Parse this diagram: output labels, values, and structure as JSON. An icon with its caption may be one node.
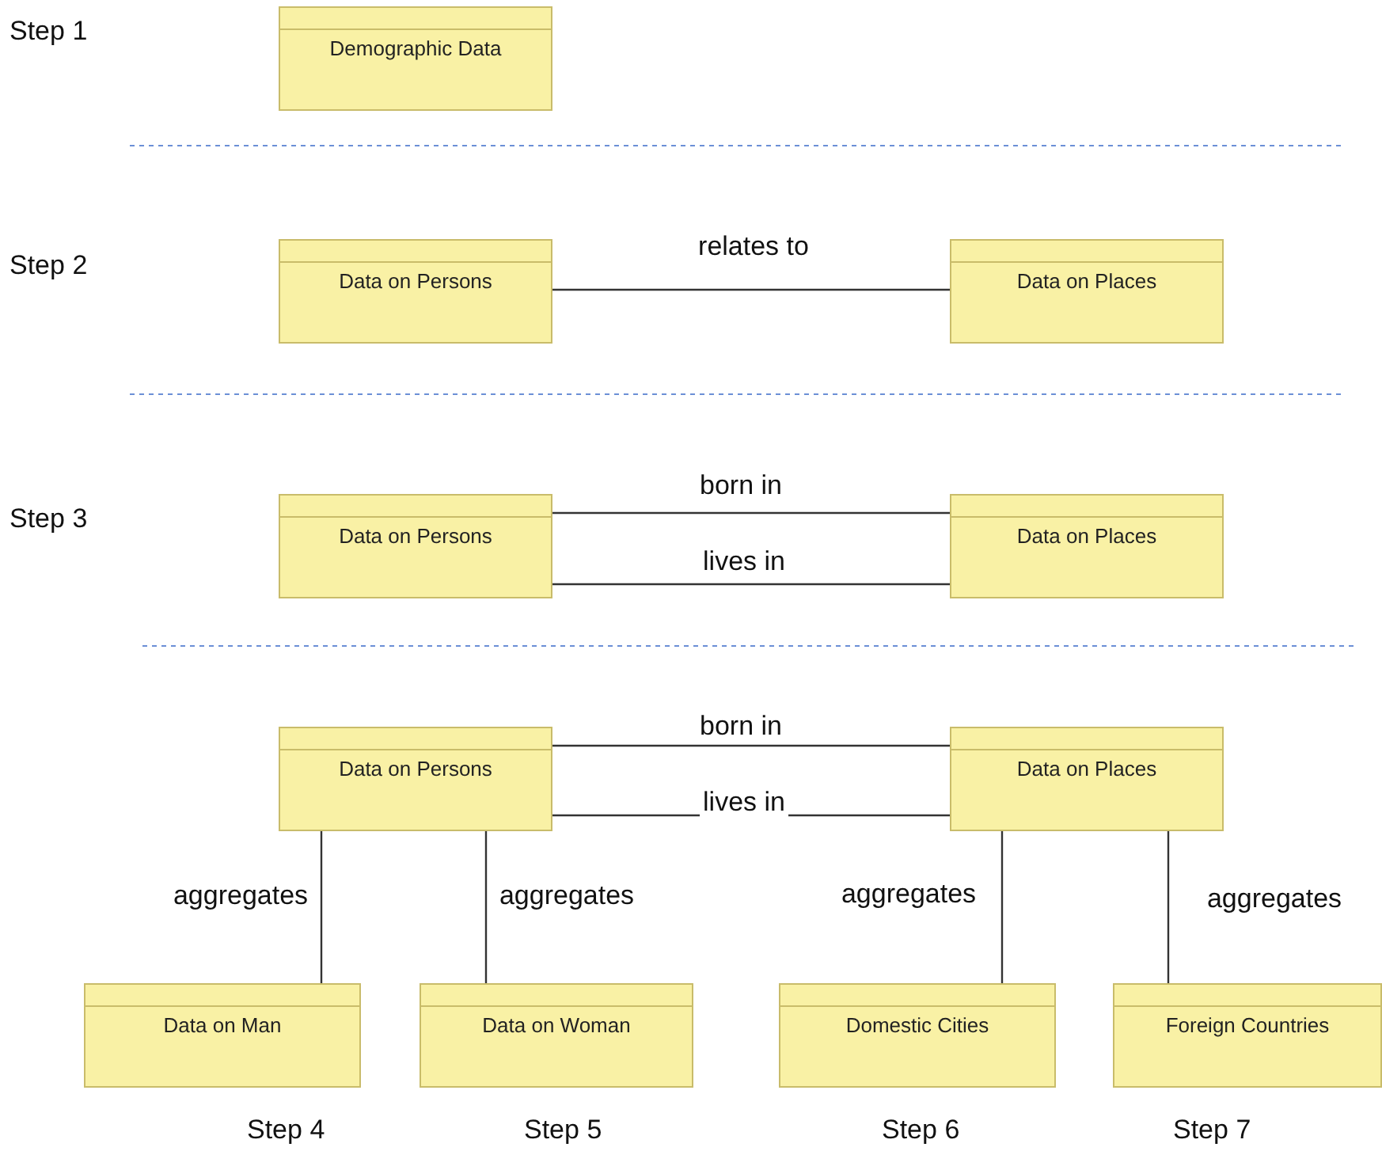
{
  "diagram": {
    "nodes": [
      {
        "text": [
          "Demographic Data"
        ]
      },
      {
        "text": [
          "Data on Persons"
        ]
      },
      {
        "text": [
          "Data on Places"
        ]
      },
      {
        "text": [
          "Data on Persons"
        ]
      },
      {
        "text": [
          "Data on Places"
        ]
      },
      {
        "text": [
          "Data on Persons"
        ]
      },
      {
        "text": [
          "Data on Places"
        ]
      },
      {
        "text": [
          "Data on Man"
        ]
      },
      {
        "text": [
          "Data on Woman"
        ]
      },
      {
        "text": [
          "Domestic Cities"
        ]
      },
      {
        "text": [
          "Foreign Countries"
        ]
      }
    ],
    "edges": [
      {
        "from": 1,
        "to": 2,
        "arrow": "none",
        "label": "relates to"
      },
      {
        "from": 3,
        "to": 4,
        "arrow": "none",
        "label": "born in"
      },
      {
        "from": 3,
        "to": 4,
        "arrow": "none",
        "label": "lives in"
      },
      {
        "from": 5,
        "to": 6,
        "arrow": "none",
        "label": "born in"
      },
      {
        "from": 5,
        "to": 6,
        "arrow": "none",
        "label": "lives in"
      },
      {
        "from": 5,
        "to": 7,
        "arrow": "none",
        "label": "aggregates"
      },
      {
        "from": 5,
        "to": 8,
        "arrow": "none",
        "label": "aggregates"
      },
      {
        "from": 6,
        "to": 9,
        "arrow": "none",
        "label": "aggregates"
      },
      {
        "from": 6,
        "to": 10,
        "arrow": "none",
        "label": "aggregates"
      }
    ],
    "labels": [
      "Step 1",
      "Step 2",
      "Step 3",
      "Step 4",
      "Step 5",
      "Step 6",
      "Step 7"
    ]
  }
}
